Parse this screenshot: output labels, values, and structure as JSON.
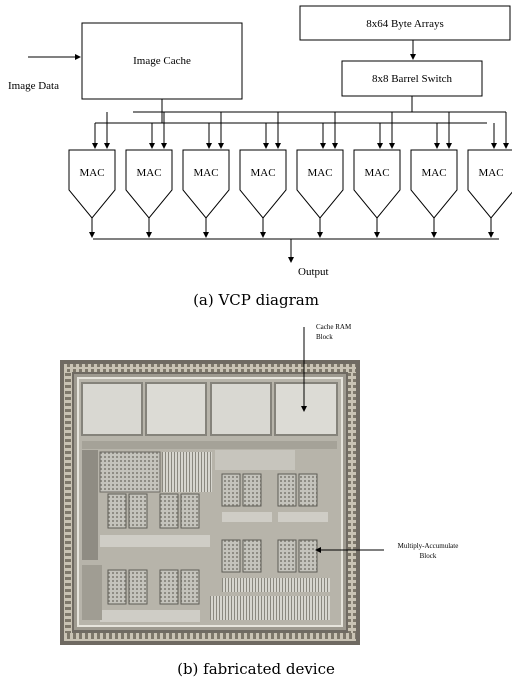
{
  "diagram": {
    "image_cache": "Image Cache",
    "image_data": "Image Data",
    "byte_arrays": "8x64 Byte Arrays",
    "barrel_switch": "8x8 Barrel Switch",
    "mac_label": "MAC",
    "mac_count": 8,
    "output": "Output"
  },
  "captions": {
    "a": "(a) VCP diagram",
    "b": "(b) fabricated device"
  },
  "die_photo": {
    "cache_ram_line1": "Cache RAM",
    "cache_ram_line2": "Block",
    "mac_block_line1": "Multiply-Accumulate",
    "mac_block_line2": "Block"
  }
}
